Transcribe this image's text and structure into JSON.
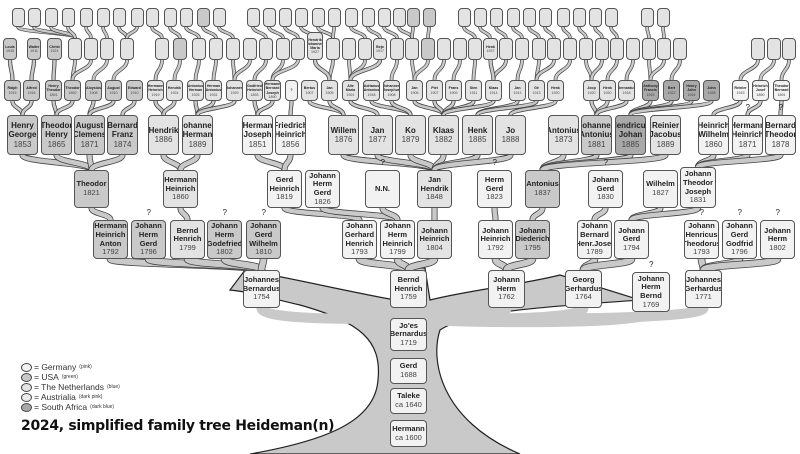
{
  "title": "2024, simplified family tree Heideman(n)",
  "colors": {
    "de": "#f2f2f2",
    "us": "#c9c9c9",
    "nl": "#e3e3e3",
    "au": "#ebebeb",
    "za": "#a9a9a9"
  },
  "legend": [
    {
      "country": "de",
      "label": "= Germany",
      "note": "(pink)"
    },
    {
      "country": "us",
      "label": "= USA",
      "note": "(green)"
    },
    {
      "country": "nl",
      "label": "= The Netherlands",
      "note": "(blue)"
    },
    {
      "country": "au",
      "label": "= Austrialia",
      "note": "(dark pink)"
    },
    {
      "country": "za",
      "label": "= South Africa",
      "note": "(dark blue)"
    }
  ],
  "people": {
    "ralph": {
      "name": "Ralph",
      "year": "1915",
      "c": "us"
    },
    "alfred": {
      "name": "Alfred",
      "year": "1916",
      "c": "us"
    },
    "henrytheodor": {
      "name": "Henry Theodor",
      "year": "1891",
      "c": "us"
    },
    "theodor_s": {
      "name": "Theodor",
      "year": "1892",
      "c": "us"
    },
    "aloysius": {
      "name": "Aloysius",
      "year": "1908",
      "c": "us"
    },
    "august_s": {
      "name": "August",
      "year": "1910",
      "c": "us"
    },
    "edward": {
      "name": "Edward",
      "year": "1910",
      "c": "us"
    },
    "hermannheinrich_s": {
      "name": "Hermann Heinrich",
      "year": "1919",
      "c": "nl"
    },
    "hendrik_s": {
      "name": "Hendrik",
      "year": "1924",
      "c": "nl"
    },
    "antoniusherman": {
      "name": "Antonius Herman",
      "year": "1925",
      "c": "nl"
    },
    "hermanantonius": {
      "name": "Herman Antonius",
      "year": "1931",
      "c": "nl"
    },
    "johannes_s": {
      "name": "Johannes",
      "year": "1929",
      "c": "nl"
    },
    "godfriedheinrich": {
      "name": "Godfried Heinrich",
      "year": "1893",
      "c": "nl"
    },
    "hermannbernardjoseph": {
      "name": "Hermann Bernard Joseph",
      "year": "1890",
      "c": "nl"
    },
    "unknown_s": {
      "name": "?",
      "year": "",
      "c": "de"
    },
    "bertus": {
      "name": "Bertus",
      "year": "1907",
      "c": "nl"
    },
    "jan_s1": {
      "name": "Jan",
      "year": "1905",
      "c": "nl"
    },
    "aliemaria": {
      "name": "Alie Maria",
      "year": "1921",
      "c": "nl"
    },
    "adrianusantonius": {
      "name": "Adrianus Antonius",
      "year": "1918",
      "c": "nl"
    },
    "johannesjosephus": {
      "name": "Johannes Josephus",
      "year": "1908",
      "c": "nl"
    },
    "jan_s2": {
      "name": "Jan",
      "year": "1906",
      "c": "nl"
    },
    "piet": {
      "name": "Piet",
      "year": "1907",
      "c": "nl"
    },
    "frans": {
      "name": "Frans",
      "year": "1909",
      "c": "nl"
    },
    "sien": {
      "name": "Sien",
      "year": "1911",
      "c": "nl"
    },
    "klaas_s": {
      "name": "Klaas",
      "year": "1914",
      "c": "nl"
    },
    "jan_s3": {
      "name": "Jan",
      "year": "1913",
      "c": "nl"
    },
    "ge": {
      "name": "Gé",
      "year": "1913",
      "c": "nl"
    },
    "henk_s1": {
      "name": "Henk",
      "year": "1920",
      "c": "nl"
    },
    "joop": {
      "name": "Joop",
      "year": "1920",
      "c": "nl"
    },
    "henk_s2": {
      "name": "Henk",
      "year": "1920",
      "c": "nl"
    },
    "bernardus_s": {
      "name": "Bernardus",
      "year": "1918",
      "c": "nl"
    },
    "anthonyfrancis": {
      "name": "Anthony Francis",
      "year": "1915",
      "c": "za"
    },
    "bert": {
      "name": "Bert",
      "year": "1922",
      "c": "za"
    },
    "henryjohn": {
      "name": "Henry John",
      "year": "1924",
      "c": "za"
    },
    "john": {
      "name": "John",
      "year": "1928",
      "c": "za"
    },
    "reinier_s": {
      "name": "Reinier",
      "year": "1915",
      "c": "de"
    },
    "heinrichjosef": {
      "name": "Heinrich Josef",
      "year": "1890",
      "c": "de"
    },
    "theodorbernard": {
      "name": "Theodor Bernard",
      "year": "1891",
      "c": "de"
    },
    "louis": {
      "name": "Louis",
      "year": "1945",
      "c": "us"
    },
    "walter": {
      "name": "Walter",
      "year": "1911",
      "c": "us"
    },
    "christ": {
      "name": "Christ",
      "year": "1921",
      "c": "us"
    },
    "hendrikjohannesmaria": {
      "name": "Hendrik Johannes Maria",
      "year": "1927",
      "c": "nl"
    },
    "bejo": {
      "name": "Bejo",
      "year": "1917",
      "c": "nl"
    },
    "henk_t": {
      "name": "Henk",
      "year": "1937",
      "c": "nl"
    },
    "henrygeorge": {
      "name": "Henry George",
      "year": "1853",
      "c": "us"
    },
    "theodorhenry": {
      "name": "Theodor Henry",
      "year": "1865",
      "c": "us"
    },
    "augustclemens": {
      "name": "August Clemens",
      "year": "1871",
      "c": "us"
    },
    "bernardfranz": {
      "name": "Bernard Franz",
      "year": "1874",
      "c": "us"
    },
    "hendrik": {
      "name": "Hendrik",
      "year": "1886",
      "c": "nl"
    },
    "johannesherman": {
      "name": "Johannes Herman",
      "year": "1889",
      "c": "nl"
    },
    "hermanjoseph": {
      "name": "Herman Joseph",
      "year": "1851",
      "c": "de"
    },
    "friedrichheinrich": {
      "name": "Friedrich Heinrich",
      "year": "1856",
      "c": "de"
    },
    "willem": {
      "name": "Willem",
      "year": "1876",
      "c": "nl"
    },
    "jan": {
      "name": "Jan",
      "year": "1877",
      "c": "nl"
    },
    "ko": {
      "name": "Ko",
      "year": "1879",
      "c": "nl"
    },
    "klaas": {
      "name": "Klaas",
      "year": "1882",
      "c": "nl"
    },
    "henk": {
      "name": "Henk",
      "year": "1885",
      "c": "nl"
    },
    "jo": {
      "name": "Jo",
      "year": "1888",
      "c": "nl"
    },
    "antonius1873": {
      "name": "Antonius",
      "year": "1873",
      "c": "nl"
    },
    "johannesantonius": {
      "name": "Johannes Antonius",
      "year": "1881",
      "c": "us"
    },
    "hendricusjohan": {
      "name": "Hendricus Johan",
      "year": "1885",
      "c": "za"
    },
    "reinierjacobus": {
      "name": "Reinier Jacobus",
      "year": "1889",
      "c": "nl"
    },
    "heinrichwilhelm": {
      "name": "Heinrich Wilhelm",
      "year": "1860",
      "c": "de"
    },
    "hermannheinrich1871": {
      "name": "Hermann Heinrich",
      "year": "1871",
      "c": "de"
    },
    "bernardtheodor": {
      "name": "Bernard Theodor",
      "year": "1878",
      "c": "de"
    },
    "theodor1821": {
      "name": "Theodor",
      "year": "1821",
      "c": "us"
    },
    "hermannheinrich1860": {
      "name": "Hermann Heinrich",
      "year": "1860",
      "c": "nl"
    },
    "gerdheinrich": {
      "name": "Gerd Heinrich",
      "year": "1819",
      "c": "de"
    },
    "johannhermgerd1826": {
      "name": "Johann Herm Gerd",
      "year": "1826",
      "c": "de"
    },
    "nn": {
      "name": "N.N.",
      "year": "",
      "c": "de"
    },
    "janhendrik": {
      "name": "Jan Hendrik",
      "year": "1848",
      "c": "nl"
    },
    "hermgerd": {
      "name": "Herm Gerd",
      "year": "1823",
      "c": "de"
    },
    "antonius1837": {
      "name": "Antonius",
      "year": "1837",
      "c": "us"
    },
    "johanngerd1830": {
      "name": "Johann Gerd",
      "year": "1830",
      "c": "de"
    },
    "wilhelm": {
      "name": "Wilhelm",
      "year": "1827",
      "c": "de"
    },
    "johanntheodorjoseph": {
      "name": "Johann Theodor Joseph",
      "year": "1831",
      "c": "de"
    },
    "hhanton": {
      "name": "Hermann Heinrich Anton",
      "year": "1792",
      "c": "us"
    },
    "jhgerd1796": {
      "name": "Johann Herm Gerd",
      "year": "1796",
      "c": "us"
    },
    "berndhenrich1799": {
      "name": "Bernd Henrich",
      "year": "1799",
      "c": "nl"
    },
    "jhgodefried": {
      "name": "Johann Herm Godefried",
      "year": "1802",
      "c": "us"
    },
    "jgwilhelm": {
      "name": "Johann Gerd Wilhelm",
      "year": "1810",
      "c": "us"
    },
    "jghenrich": {
      "name": "Johann Gerhard Henrich",
      "year": "1793",
      "c": "de"
    },
    "jhheinrich1799": {
      "name": "Johann Herm Heinrich",
      "year": "1799",
      "c": "de"
    },
    "jheinrich1804": {
      "name": "Johann Heinrich",
      "year": "1804",
      "c": "nl"
    },
    "jheinrich1792": {
      "name": "Johann Heinrich",
      "year": "1792",
      "c": "de"
    },
    "jdiederich": {
      "name": "Johann Diederich",
      "year": "1795",
      "c": "us"
    },
    "jbhj": {
      "name": "Johann Bernard Henr.Josef",
      "year": "1789",
      "c": "de"
    },
    "jgerd1794": {
      "name": "Johann Gerd",
      "year": "1794",
      "c": "de"
    },
    "jhtheodorus": {
      "name": "Johann Henricus Theodorus",
      "year": "1793",
      "c": "de"
    },
    "jggodfrid": {
      "name": "Johann Gerd Godfrid",
      "year": "1796",
      "c": "de"
    },
    "jherm1802": {
      "name": "Johann Herm",
      "year": "1802",
      "c": "de"
    },
    "jbernardus1754": {
      "name": "Johannes Bernardus",
      "year": "1754",
      "c": "de"
    },
    "berndhenrich1759": {
      "name": "Bernd Henrich",
      "year": "1759",
      "c": "de"
    },
    "johannherm1762": {
      "name": "Johann Herm",
      "year": "1762",
      "c": "de"
    },
    "georggerhardus": {
      "name": "Georg Gerhardus",
      "year": "1764",
      "c": "de"
    },
    "jhbernd": {
      "name": "Johann Herm Bernd",
      "year": "1769",
      "c": "de"
    },
    "jgerhardus": {
      "name": "Johannes Gerhardus",
      "year": "1771",
      "c": "de"
    },
    "joesbernardus": {
      "name": "Jo'es Bernardus",
      "year": "1719",
      "c": "de"
    },
    "gerd1688": {
      "name": "Gerd",
      "year": "1688",
      "c": "de"
    },
    "taleke": {
      "name": "Taleke",
      "year": "ca 1640",
      "c": "de"
    },
    "hermann1600": {
      "name": "Hermann",
      "year": "ca 1600",
      "c": "de"
    }
  },
  "unknown_marker": "?"
}
